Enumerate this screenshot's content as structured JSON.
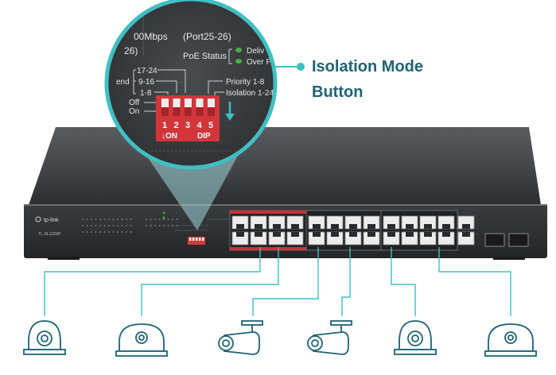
{
  "callout": {
    "line1": "Isolation Mode",
    "line2": "Button",
    "accent_color": "#3fbfc3",
    "text_color": "#1d6373"
  },
  "zoom": {
    "speed_text": "00Mbps",
    "port_range_text": "(Port25-26)",
    "port_range_frag": "26)",
    "poe_status_label": "PoE Status",
    "poe_deliver_frag": "Deliv",
    "poe_over_frag": "Over P",
    "switch_groups": [
      "17-24",
      "9-16",
      "1-8"
    ],
    "extend_frag": "end",
    "off_label": "Off",
    "on_label": "On",
    "priority_label": "Priority 1-8",
    "isolation_label": "Isolation 1-24",
    "dip_numbers": [
      "1",
      "2",
      "3",
      "4",
      "5"
    ],
    "on_marker": "↓ON",
    "dip_label": "DIP"
  },
  "switch": {
    "brand": "tp-link",
    "model": "TL-SL1226P",
    "body_color": "#3a3b3d",
    "highlight_color": "#c8323a"
  },
  "devices": [
    {
      "type": "dome-camera",
      "icon": "dome-camera-icon"
    },
    {
      "type": "ceiling-dome-camera",
      "icon": "ceiling-camera-icon"
    },
    {
      "type": "bullet-camera",
      "icon": "bullet-camera-icon"
    },
    {
      "type": "bullet-camera",
      "icon": "bullet-camera-icon"
    },
    {
      "type": "dome-camera",
      "icon": "dome-camera-icon"
    },
    {
      "type": "ceiling-dome-camera",
      "icon": "ceiling-camera-icon"
    }
  ]
}
